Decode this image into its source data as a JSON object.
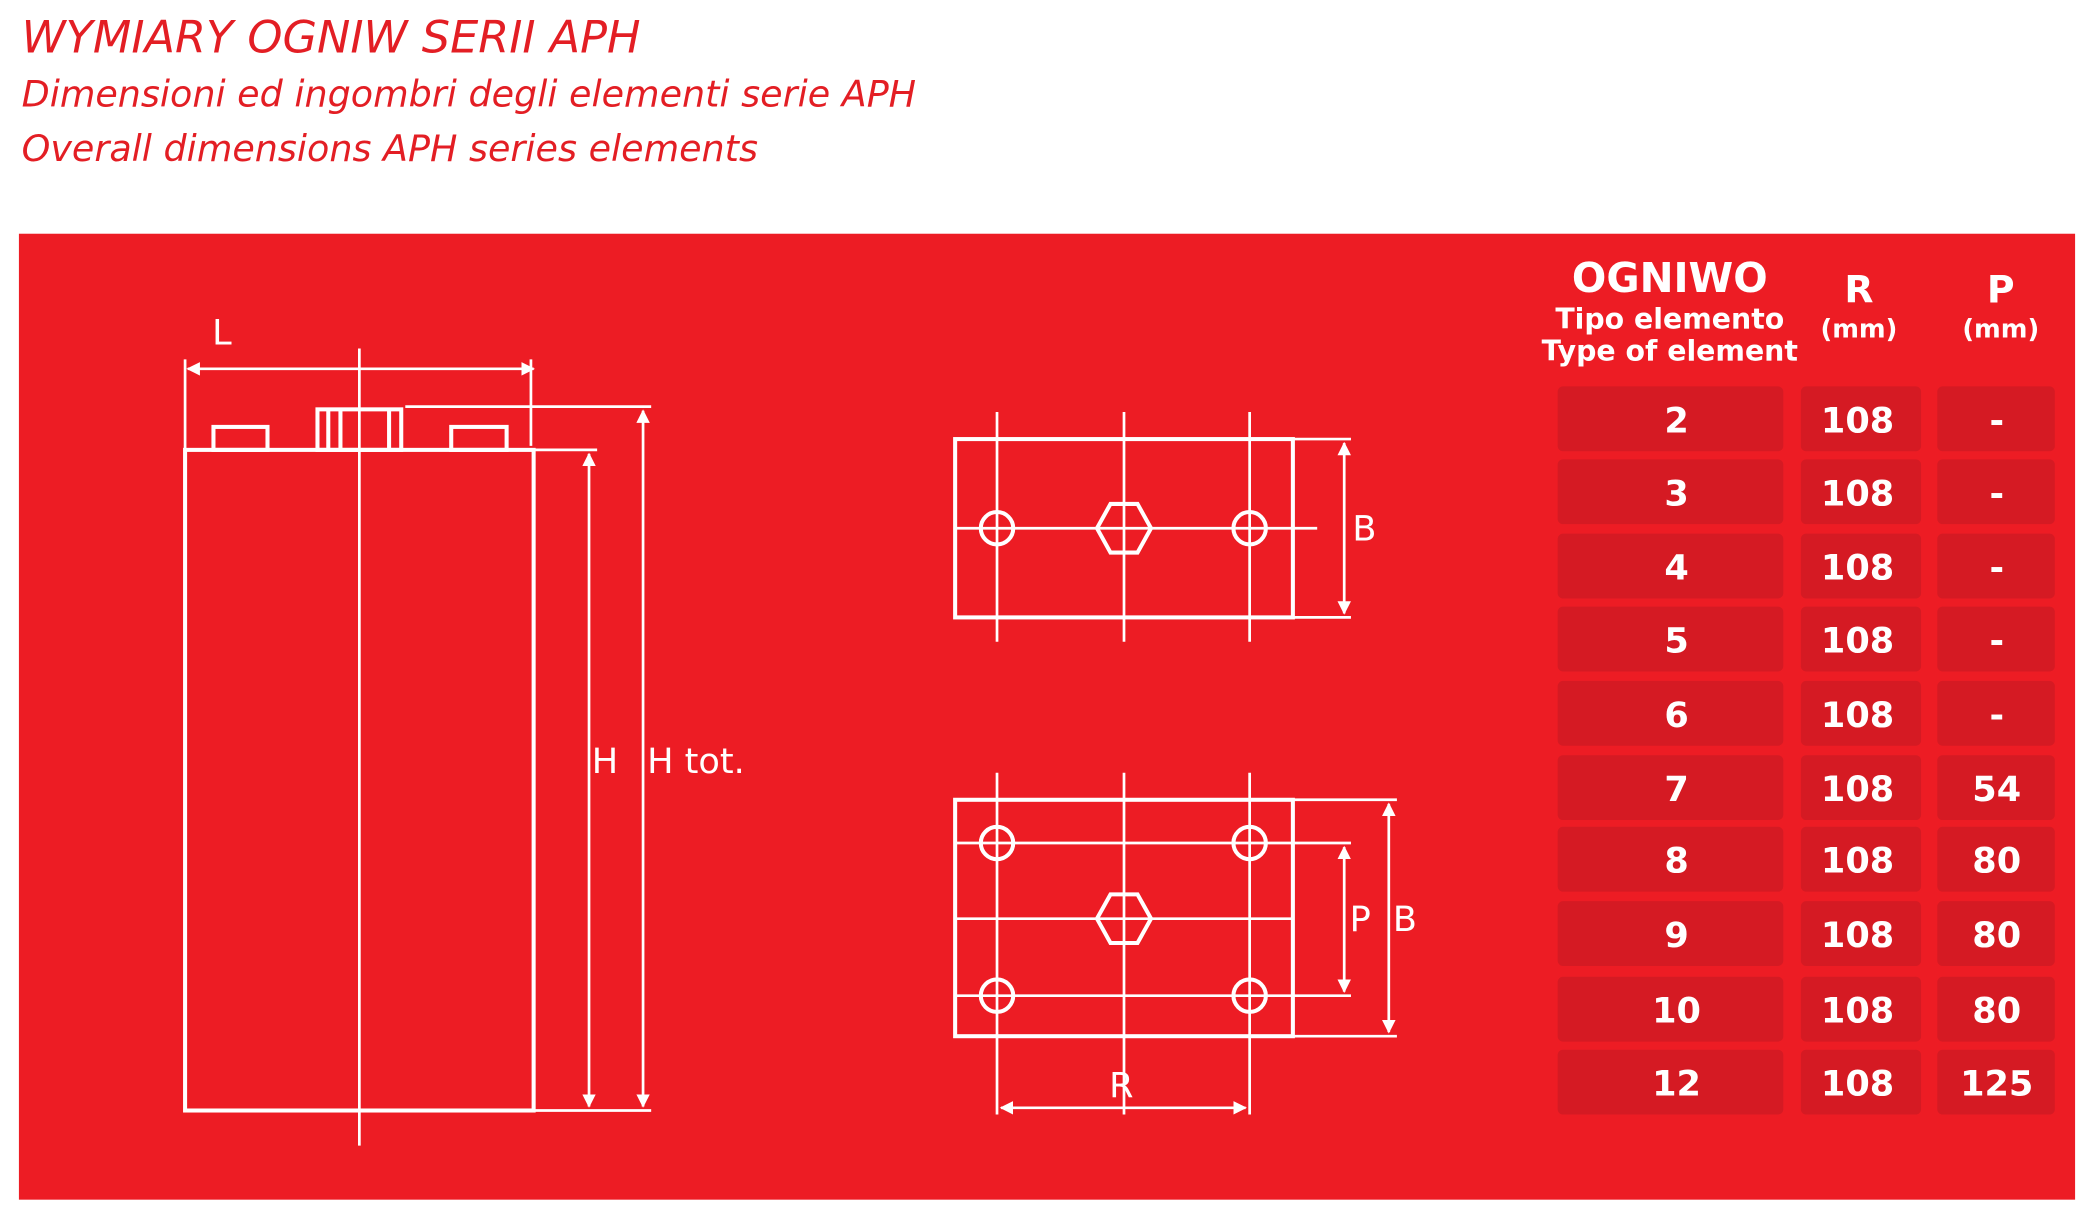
{
  "header": {
    "title": "WYMIARY OGNIW SERII  APH",
    "subtitle_it": "Dimensioni ed ingombri degli elementi serie APH",
    "subtitle_en": "Overall dimensions APH series elements"
  },
  "diagram": {
    "label_L": "L",
    "label_H": "H",
    "label_Htot": "H tot.",
    "label_B_top": "B",
    "label_P": "P",
    "label_B_bottom": "B",
    "label_R": "R"
  },
  "table": {
    "headers": {
      "type_title": "OGNIWO",
      "type_it": "Tipo elemento",
      "type_en": "Type of element",
      "r_title": "R",
      "r_unit": "(mm)",
      "p_title": "P",
      "p_unit": "(mm)"
    },
    "rows": [
      {
        "type": "2",
        "r": "108",
        "p": "-"
      },
      {
        "type": "3",
        "r": "108",
        "p": "-"
      },
      {
        "type": "4",
        "r": "108",
        "p": "-"
      },
      {
        "type": "5",
        "r": "108",
        "p": "-"
      },
      {
        "type": "6",
        "r": "108",
        "p": "-"
      },
      {
        "type": "7",
        "r": "108",
        "p": "54"
      },
      {
        "type": "8",
        "r": "108",
        "p": "80"
      },
      {
        "type": "9",
        "r": "108",
        "p": "80"
      },
      {
        "type": "10",
        "r": "108",
        "p": "80"
      },
      {
        "type": "12",
        "r": "108",
        "p": "125"
      }
    ]
  },
  "colors": {
    "panel": "#ed1c24",
    "cell": "#d51a23",
    "title": "#e31e24"
  }
}
